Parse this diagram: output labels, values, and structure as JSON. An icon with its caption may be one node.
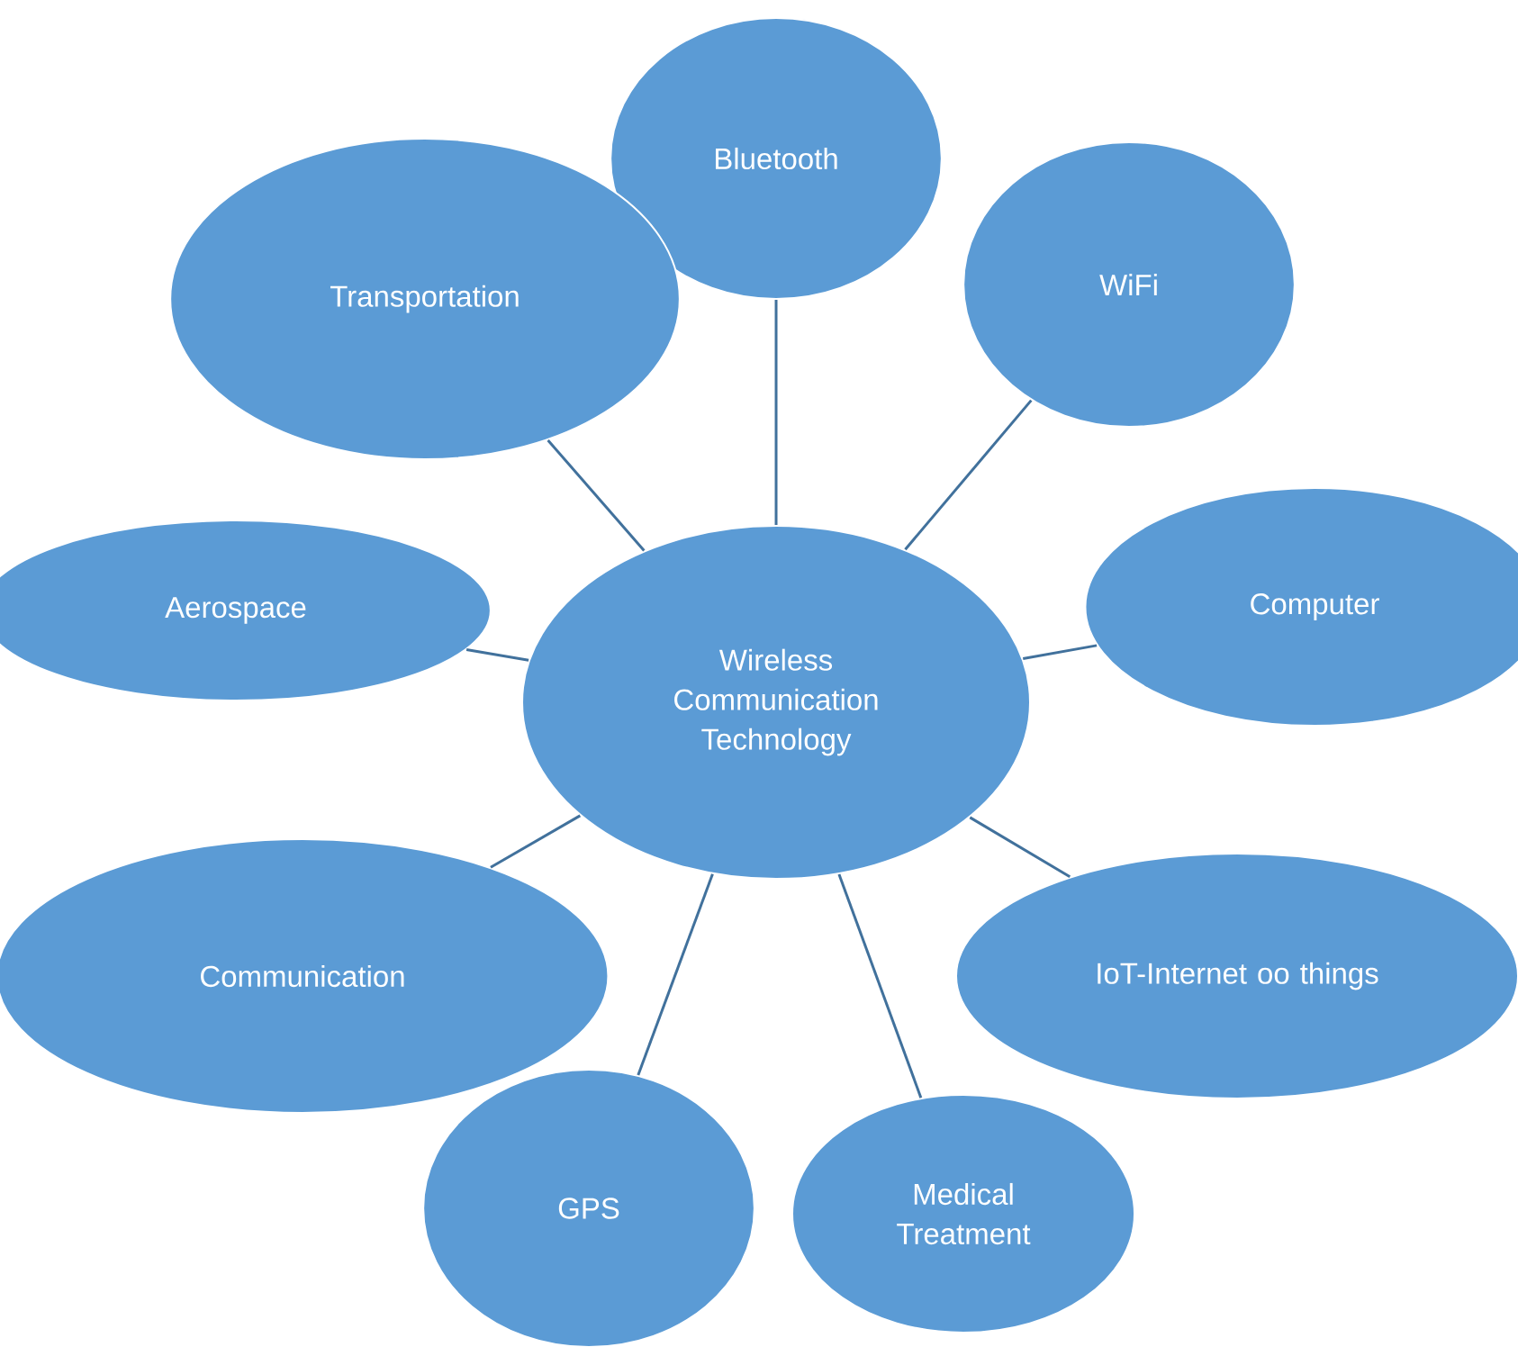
{
  "diagram": {
    "nodes": [
      {
        "text": [
          "Wireless Communication Technology"
        ]
      },
      {
        "text": [
          "Bluetooth"
        ]
      },
      {
        "text": [
          "Transportation"
        ]
      },
      {
        "text": [
          "WiFi"
        ]
      },
      {
        "text": [
          "Aerospace"
        ]
      },
      {
        "text": [
          "Computer"
        ]
      },
      {
        "text": [
          "Communication"
        ]
      },
      {
        "text": [
          "IoT-Internet oo things"
        ]
      },
      {
        "text": [
          "GPS"
        ]
      },
      {
        "text": [
          "Medical Treatment"
        ]
      }
    ],
    "edges": [
      {
        "from": 0,
        "to": 1,
        "arrow": "none"
      },
      {
        "from": 0,
        "to": 2,
        "arrow": "none"
      },
      {
        "from": 0,
        "to": 3,
        "arrow": "none"
      },
      {
        "from": 0,
        "to": 4,
        "arrow": "none"
      },
      {
        "from": 0,
        "to": 5,
        "arrow": "none"
      },
      {
        "from": 0,
        "to": 6,
        "arrow": "none"
      },
      {
        "from": 0,
        "to": 7,
        "arrow": "none"
      },
      {
        "from": 0,
        "to": 8,
        "arrow": "none"
      },
      {
        "from": 0,
        "to": 9,
        "arrow": "none"
      }
    ]
  }
}
